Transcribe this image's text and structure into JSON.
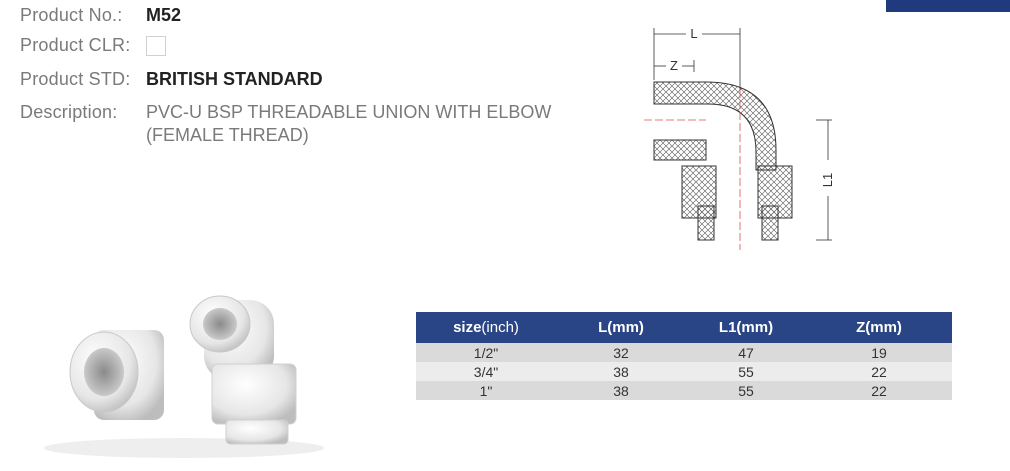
{
  "product": {
    "no_label": "Product No.:",
    "no_value": "M52",
    "clr_label": "Product CLR:",
    "std_label": "Product STD:",
    "std_value": "BRITISH STANDARD",
    "desc_label": "Description:",
    "desc_value": "PVC-U BSP THREADABLE UNION WITH ELBOW (FEMALE THREAD)"
  },
  "diagram": {
    "label_l": "L",
    "label_z": "Z",
    "label_l1": "L1"
  },
  "colors": {
    "header_bar": "#2a4585",
    "corner_bar": "#1f3b7e",
    "row_odd": "#dadada",
    "row_even": "#ececec",
    "center_line": "#e05050"
  },
  "table": {
    "headers": [
      {
        "main": "size",
        "unit": "(inch)"
      },
      {
        "main": "L(mm)",
        "unit": ""
      },
      {
        "main": "L1(mm)",
        "unit": ""
      },
      {
        "main": "Z(mm)",
        "unit": ""
      }
    ],
    "rows": [
      [
        "1/2\"",
        "32",
        "47",
        "19"
      ],
      [
        "3/4\"",
        "38",
        "55",
        "22"
      ],
      [
        "1\"",
        "38",
        "55",
        "22"
      ]
    ]
  }
}
